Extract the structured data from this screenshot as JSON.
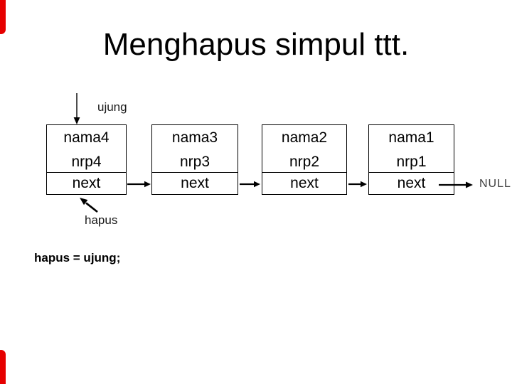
{
  "slide": {
    "title": "Menghapus simpul ttt.",
    "ujung_label": "ujung",
    "hapus_label": "hapus",
    "null_label": "NULL",
    "statement": "hapus = ujung;",
    "nodes": [
      {
        "nama": "nama4",
        "nrp": "nrp4",
        "next": "next"
      },
      {
        "nama": "nama3",
        "nrp": "nrp3",
        "next": "next"
      },
      {
        "nama": "nama2",
        "nrp": "nrp2",
        "next": "next"
      },
      {
        "nama": "nama1",
        "nrp": "nrp1",
        "next": "next"
      }
    ],
    "colors": {
      "corner_accent": "#e60000",
      "text": "#000000",
      "null_text": "#3d3d3d"
    }
  }
}
